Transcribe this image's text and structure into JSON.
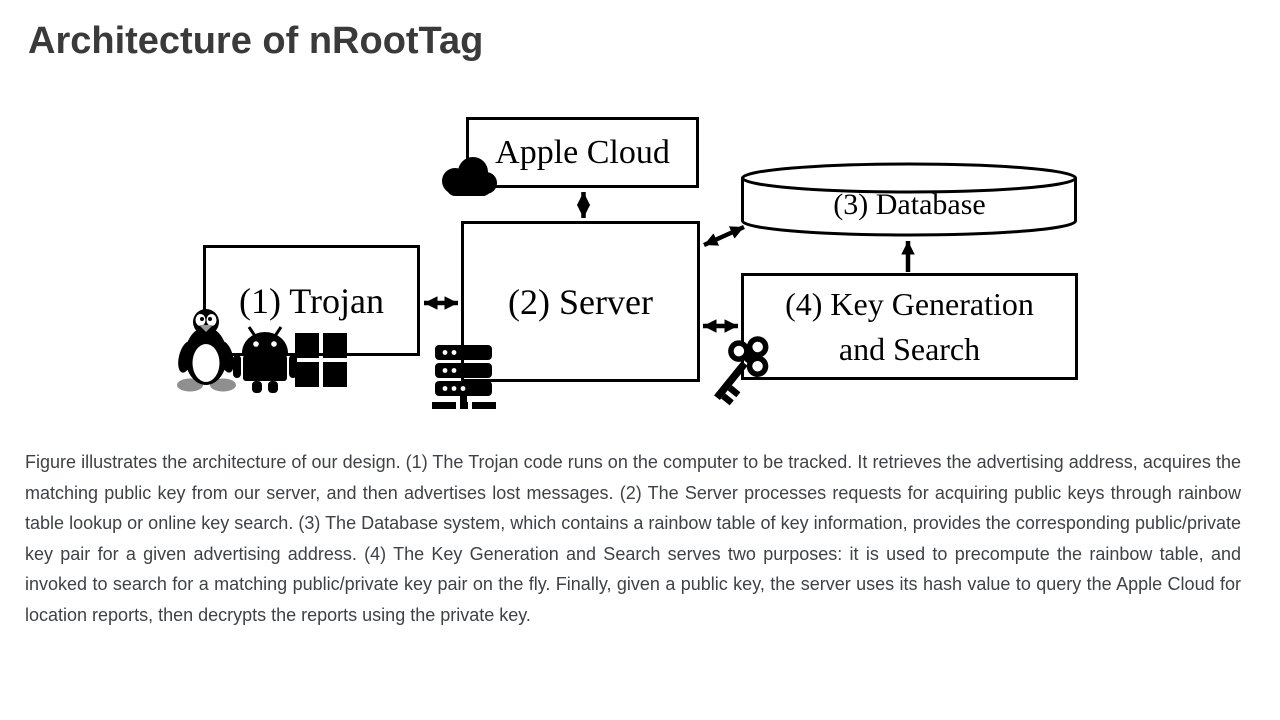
{
  "page": {
    "title": "Architecture of nRootTag"
  },
  "colors": {
    "background": "#ffffff",
    "title_text": "#3a3a3a",
    "caption_text": "#3f4245",
    "diagram_stroke": "#000000",
    "diagram_fill": "#ffffff"
  },
  "diagram": {
    "nodes": {
      "apple_cloud": {
        "label": "Apple Cloud",
        "icon": "cloud-icon"
      },
      "trojan": {
        "label": "(1) Trojan",
        "icons": [
          "linux-tux-icon",
          "android-icon",
          "windows-icon"
        ]
      },
      "server": {
        "label": "(2) Server",
        "icon": "server-rack-icon"
      },
      "database": {
        "label": "(3) Database",
        "shape": "cylinder"
      },
      "keygen": {
        "lines": [
          "(4) Key Generation",
          "and Search"
        ],
        "icon": "key-icon"
      }
    },
    "connections": [
      {
        "from": "apple_cloud",
        "to": "server",
        "type": "bidirectional"
      },
      {
        "from": "trojan",
        "to": "server",
        "type": "bidirectional"
      },
      {
        "from": "server",
        "to": "database",
        "type": "bidirectional"
      },
      {
        "from": "server",
        "to": "keygen",
        "type": "bidirectional"
      },
      {
        "from": "keygen",
        "to": "database",
        "type": "single-up"
      }
    ]
  },
  "caption": {
    "text": "Figure illustrates the architecture of our design. (1) The Trojan code runs on the computer to be tracked. It retrieves the advertising address, acquires the matching public key from our server, and then advertises lost messages. (2) The Server processes requests for acquiring public keys through rainbow table lookup or online key search. (3) The Database system, which contains a rainbow table of key information, provides the corresponding public/private key pair for a given advertising address. (4) The Key Generation and Search serves two purposes: it is used to precompute the rainbow table, and invoked to search for a matching public/private key pair on the fly. Finally, given a public key, the server uses its hash value to query the Apple Cloud for location reports, then decrypts the reports using the private key."
  }
}
